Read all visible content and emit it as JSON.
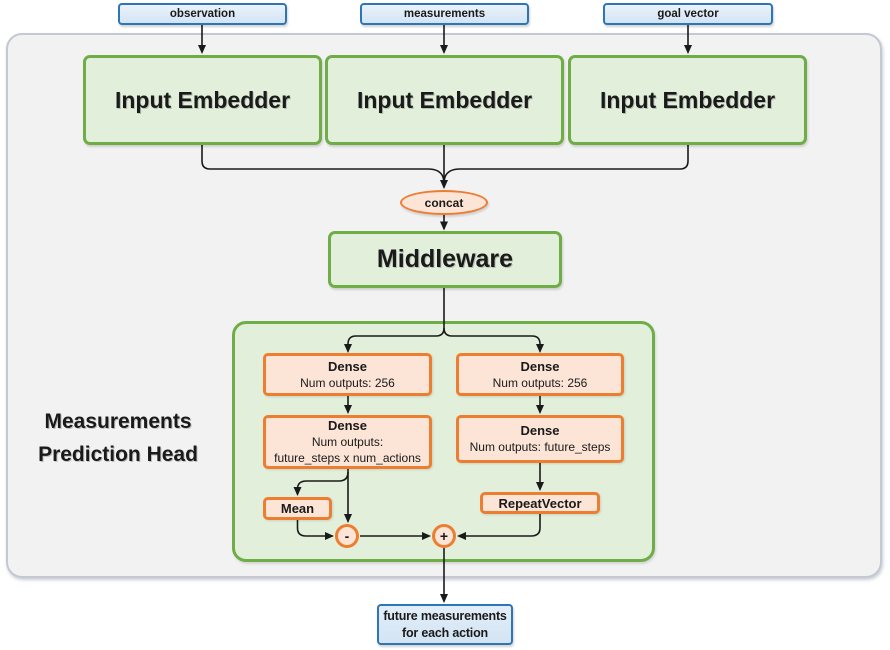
{
  "palette": {
    "green_border": "#6FAD47",
    "green_fill": "#E2EFDA",
    "orange_border": "#ED7D31",
    "orange_fill": "#FCE4D6",
    "blue_border": "#2E75B6",
    "blue_fill": "#DDEBF7",
    "panel_fill": "#F2F2F2",
    "panel_border": "#C3C8D2",
    "connector_color": "#1A1A1A"
  },
  "inputs": [
    {
      "label": "observation"
    },
    {
      "label": "measurements"
    },
    {
      "label": "goal vector"
    }
  ],
  "embedders": [
    {
      "label": "Input Embedder"
    },
    {
      "label": "Input Embedder"
    },
    {
      "label": "Input Embedder"
    }
  ],
  "concat": {
    "label": "concat"
  },
  "middleware": {
    "label": "Middleware"
  },
  "prediction_head": {
    "title_line1": "Measurements",
    "title_line2": "Prediction Head",
    "left_branch": {
      "dense1_title": "Dense",
      "dense1_detail": "Num outputs: 256",
      "dense2_title": "Dense",
      "dense2_detail_line1": "Num outputs:",
      "dense2_detail_line2": "future_steps x num_actions",
      "mean_label": "Mean",
      "minus_symbol": "-"
    },
    "right_branch": {
      "dense1_title": "Dense",
      "dense1_detail": "Num outputs: 256",
      "dense2_title": "Dense",
      "dense2_detail": "Num outputs: future_steps",
      "repeat_label": "RepeatVector",
      "plus_symbol": "+"
    }
  },
  "output": {
    "label_line1": "future measurements",
    "label_line2": "for each action"
  }
}
